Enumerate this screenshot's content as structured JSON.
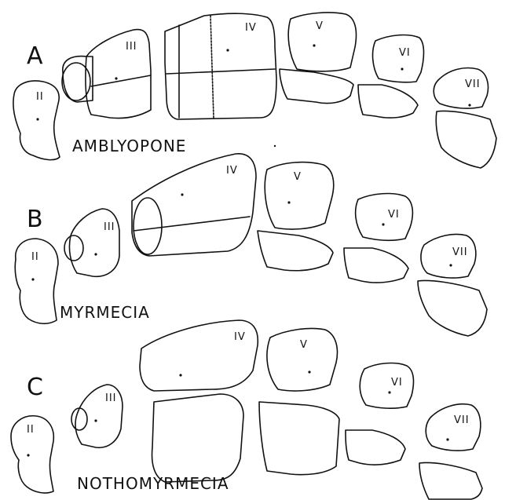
{
  "panels": [
    {
      "letter": "A",
      "genus": "AMBLYOPONE",
      "segments": [
        "II",
        "III",
        "IV",
        "V",
        "VI",
        "VII"
      ]
    },
    {
      "letter": "B",
      "genus": "MYRMECIA",
      "segments": [
        "II",
        "III",
        "IV",
        "V",
        "VI",
        "VII"
      ]
    },
    {
      "letter": "C",
      "genus": "NOTHOMYRMECIA",
      "segments": [
        "II",
        "III",
        "IV",
        "V",
        "VI",
        "VII"
      ]
    }
  ]
}
